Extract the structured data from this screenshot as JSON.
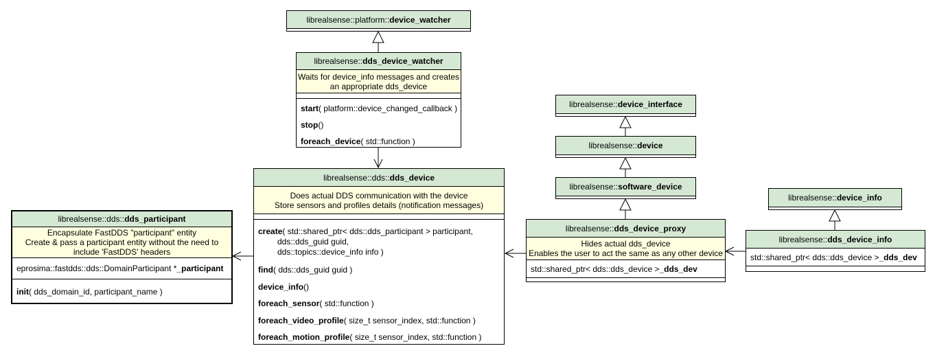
{
  "classes": {
    "platform_watcher": {
      "prefix": "librealsense::platform::",
      "name": "device_watcher"
    },
    "dds_device_watcher": {
      "prefix": "librealsense::",
      "name": "dds_device_watcher",
      "desc": [
        "Waits for device_info messages and creates",
        "an appropriate dds_device"
      ],
      "methods": [
        {
          "name": "start",
          "args": "( platform::device_changed_callback )"
        },
        {
          "name": "stop",
          "args": "()"
        },
        {
          "name": "foreach_device",
          "args": "( std::function )"
        }
      ]
    },
    "dds_device": {
      "prefix": "librealsense::dds::",
      "name": "dds_device",
      "desc": [
        "Does actual DDS communication with the device",
        "Store sensors and profiles details (notification messages)"
      ],
      "create": {
        "name": "create",
        "line1": "( std::shared_ptr< dds::dds_participant > participant,",
        "line2": "dds::dds_guid guid,",
        "line3": "dds::topics::device_info info )"
      },
      "methods": [
        {
          "name": "find",
          "args": "( dds::dds_guid guid )"
        },
        {
          "name": "device_info",
          "args": "()"
        },
        {
          "name": "foreach_sensor",
          "args": "( std::function )"
        },
        {
          "name": "foreach_video_profile",
          "args": "( size_t sensor_index, std::function )"
        },
        {
          "name": "foreach_motion_profile",
          "args": "( size_t sensor_index, std::function )"
        }
      ]
    },
    "dds_participant": {
      "prefix": "librealsense::dds::",
      "name": "dds_participant",
      "desc": [
        "Encapsulate FastDDS \"participant\" entity",
        "Create & pass a participant entity without the need to",
        "include 'FastDDS' headers"
      ],
      "attr": {
        "type": "eprosima::fastdds::dds::DomainParticipant * ",
        "name": "_participant"
      },
      "method": {
        "name": "init",
        "args": "( dds_domain_id, participant_name )"
      }
    },
    "device_interface": {
      "prefix": "librealsense::",
      "name": "device_interface"
    },
    "device": {
      "prefix": "librealsense::",
      "name": "device"
    },
    "software_device": {
      "prefix": "librealsense::",
      "name": "software_device"
    },
    "dds_device_proxy": {
      "prefix": "librealsense::",
      "name": "dds_device_proxy",
      "desc": [
        "Hides actual dds_device",
        "Enables the user to act the same as any other device"
      ],
      "attr": {
        "type": "std::shared_ptr< dds::dds_device > ",
        "name": "_dds_dev"
      }
    },
    "device_info": {
      "prefix": "librealsense::",
      "name": "device_info"
    },
    "dds_device_info": {
      "prefix": "librealsense::",
      "name": "dds_device_info",
      "attr": {
        "type": "std::shared_ptr< dds::dds_device > ",
        "name": "_dds_dev"
      }
    }
  }
}
